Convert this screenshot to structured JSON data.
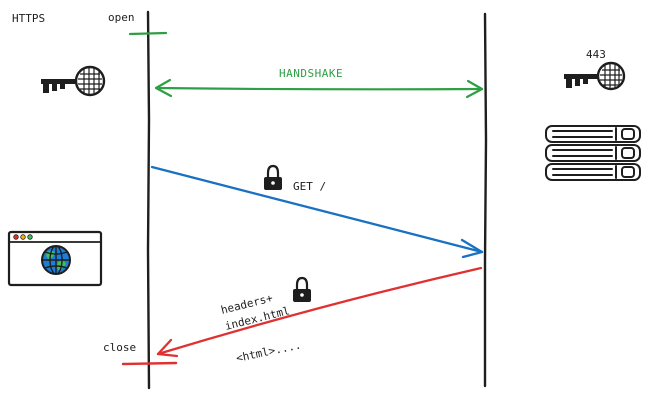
{
  "title": "HTTPS",
  "labels": {
    "open": "open",
    "close": "close",
    "handshake": "HANDSHAKE",
    "get": "GET /",
    "port": "443",
    "response_line1": "headers+",
    "response_line2": "index.html",
    "html_snippet": "<html>...."
  },
  "colors": {
    "handshake": "#2f9e44",
    "request": "#1971c2",
    "response": "#e03131",
    "ink": "#1e1e1e",
    "globe": "#1c7ed6",
    "globe_land": "#40c057"
  },
  "icons": {
    "client_key": "key-icon",
    "server_key": "key-icon",
    "server": "server-stack-icon",
    "browser": "browser-window-icon",
    "request_lock": "padlock-icon",
    "response_lock": "padlock-icon"
  }
}
